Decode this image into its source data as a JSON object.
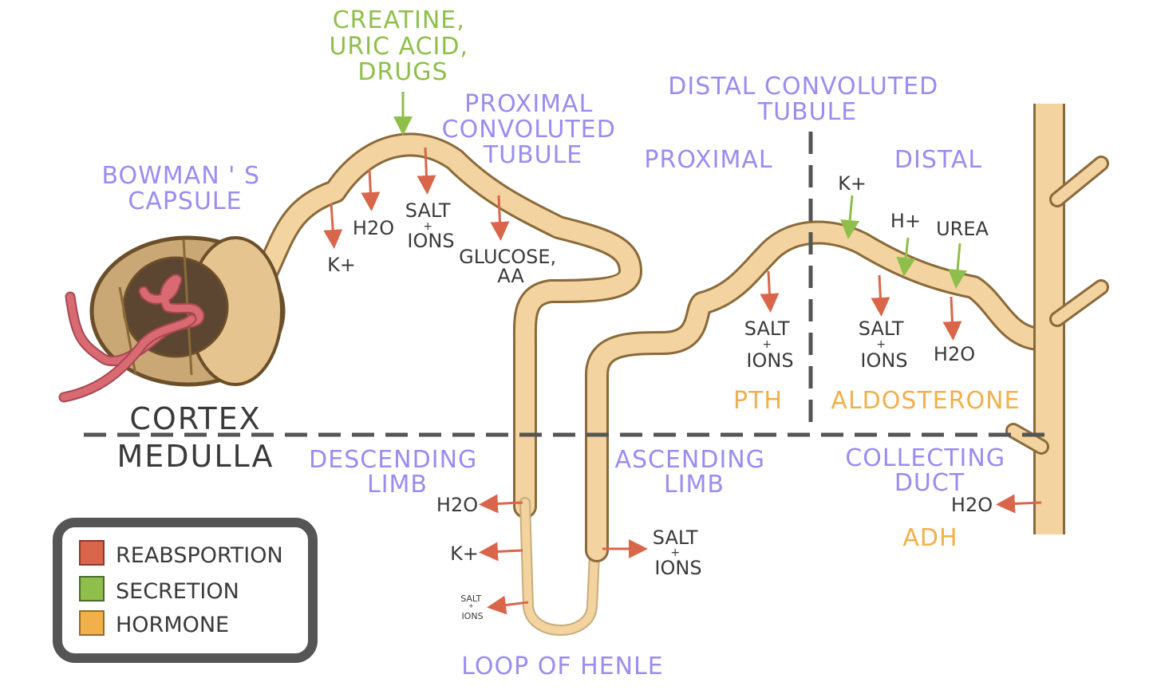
{
  "labels": {
    "secretion_top": [
      "CREATINE,",
      "URIC ACID,",
      "DRUGS"
    ],
    "bowman": [
      "BOWMAN ' S",
      "CAPSULE"
    ],
    "pct": [
      "PROXIMAL",
      "CONVOLUTED",
      "TUBULE"
    ],
    "dct": [
      "DISTAL CONVOLUTED",
      "TUBULE"
    ],
    "dct_proximal": "PROXIMAL",
    "dct_distal": "DISTAL",
    "cortex": "CORTEX",
    "medulla": "MEDULLA",
    "descending": [
      "DESCENDING",
      "LIMB"
    ],
    "ascending": [
      "ASCENDING",
      "LIMB"
    ],
    "collecting": [
      "COLLECTING",
      "DUCT"
    ],
    "loop": "LOOP OF HENLE"
  },
  "substances": {
    "k_plus": "K+",
    "h2o": "H2O",
    "salt": "SALT",
    "plus": "+",
    "ions": "IONS",
    "glucose": [
      "GLUCOSE,",
      "AA"
    ],
    "h_plus": "H+",
    "urea": "UREA"
  },
  "hormones": {
    "pth": "PTH",
    "aldosterone": "ALDOSTERONE",
    "adh": "ADH"
  },
  "legend": [
    {
      "label": "REABSPORTION",
      "color": "#d9664a"
    },
    {
      "label": "SECRETION",
      "color": "#8fbf4a"
    },
    {
      "label": "HORMONE",
      "color": "#f2b04a"
    }
  ],
  "colors": {
    "tubule": "#f3d39f",
    "tubule_outline": "#8a6a3a",
    "reabsorption_arrow": "#d9664a",
    "secretion_arrow": "#8fbf4a",
    "label_purple": "#9a8cf0",
    "blood_vessel": "#d96a72"
  }
}
